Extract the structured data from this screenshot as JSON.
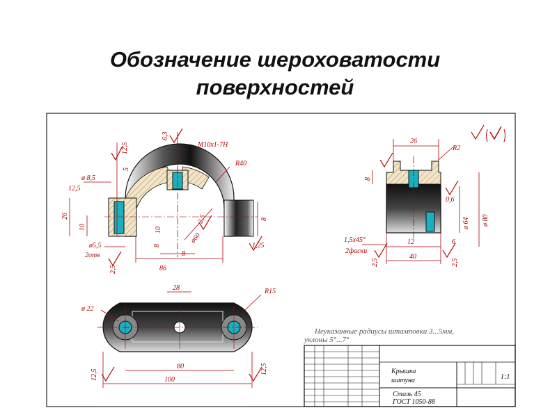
{
  "title": {
    "line1": "Обозначение шероховатости",
    "line2": "поверхностей"
  },
  "drawing": {
    "dims": {
      "d_6_3": "6,3",
      "d_12_5_top": "12,5",
      "thread": "M10x1-7H",
      "d_5": "5",
      "d_r40": "R40",
      "d_dia8_5": "ø 8,5",
      "d_12_5_left": "12,5",
      "d_26_left": "26",
      "d_10_left": "10",
      "d_dia5_5": "ø5,5",
      "d_2otv": "2отв",
      "d_2_5_left": "2,5",
      "d_10_mid": "10",
      "d_8_mid": "8",
      "d_2_5_mid": "2,5",
      "d_8_bot": "8",
      "d_dia60": "ø60",
      "d_86": "86",
      "d_8_right": "8",
      "d_1_25": "1,25",
      "d_26_side": "26",
      "d_r2": "R2",
      "d_8_side": "8",
      "d_0_6": "0,6",
      "d_dia64": "ø 64",
      "d_dia80": "ø 80",
      "d_chamfer": "1,5x45°",
      "d_2faski": "2фаски",
      "d_12": "12",
      "d_6": "6",
      "d_2_5_sl": "2,5",
      "d_40": "40",
      "d_2_5_sr": "2,5",
      "d_28": "28",
      "d_r15": "R15",
      "d_dia22": "ø 22",
      "d_12_5_pl": "12,5",
      "d_80": "80",
      "d_100": "100",
      "d_12_5_pr": "12,5"
    },
    "note_line1": "Неуказанные радиусы штамповки 3...5мм,",
    "note_line2": "уклоны 5°...7°"
  },
  "title_block": {
    "name_line1": "Крышка",
    "name_line2": "шатуна",
    "scale": "1:1",
    "material_line1": "Сталь 45",
    "material_line2": "ГОСТ 1050-88"
  },
  "colors": {
    "dimension_red": "#b00000",
    "section_cyan": "#1ab0c0",
    "hatch_fill": "#f2e4c4"
  }
}
